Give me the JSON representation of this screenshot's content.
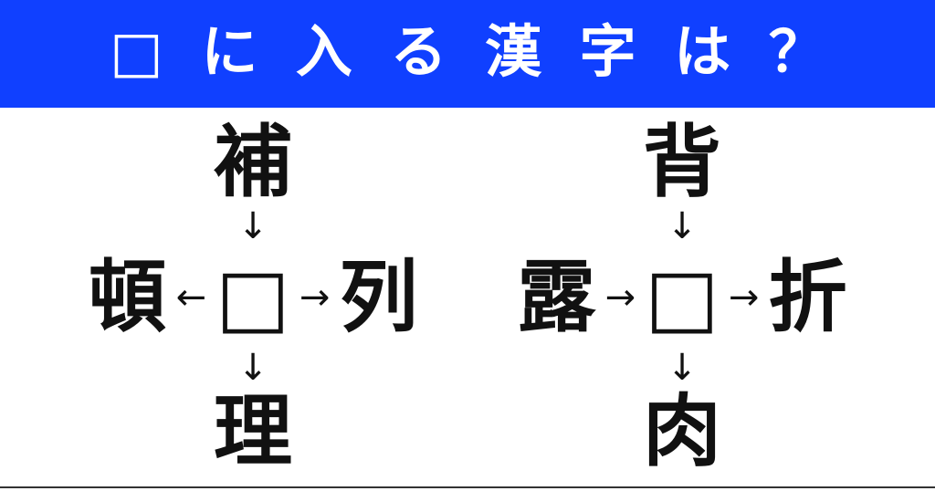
{
  "banner": {
    "title": "□ に 入 る 漢 字 は ？",
    "background_color": "#1040ff",
    "text_color": "#ffffff"
  },
  "colors": {
    "banner_blue": "#1040ff",
    "ink_black": "#111111",
    "page_background": "#ffffff",
    "bottom_rule": "#333333"
  },
  "puzzles": [
    {
      "id": "puzzle-left",
      "top": "補",
      "left": "頓",
      "center": "□",
      "right": "列",
      "bottom": "理",
      "arrow_top": "↓",
      "arrow_left": "←",
      "arrow_right": "→",
      "arrow_bottom": "↓"
    },
    {
      "id": "puzzle-right",
      "top": "背",
      "left": "露",
      "center": "□",
      "right": "折",
      "bottom": "肉",
      "arrow_top": "↓",
      "arrow_left": "→",
      "arrow_right": "→",
      "arrow_bottom": "↓"
    }
  ]
}
